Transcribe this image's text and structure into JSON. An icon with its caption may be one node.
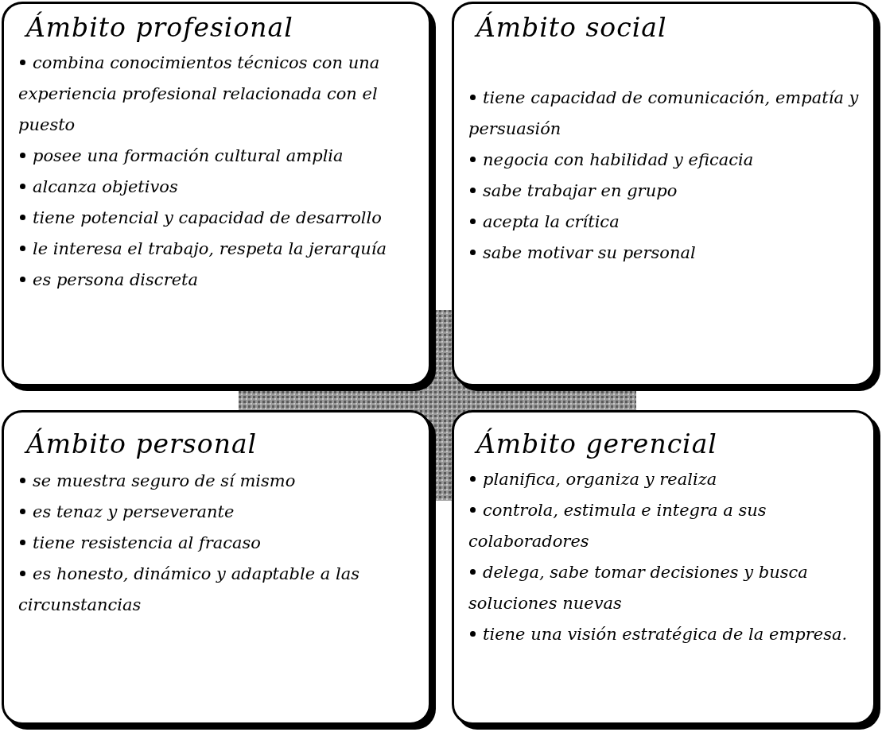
{
  "diagram": {
    "nodes": [
      {
        "text": [
          "Ámbito profesional",
          "combina conocimientos técnicos con una experiencia profesional relacionada con el puesto",
          "posee una formación cultural amplia",
          "alcanza objetivos",
          "tiene potencial y capacidad de desarrollo",
          "le interesa el trabajo, respeta la jerarquía",
          "es persona discreta"
        ]
      },
      {
        "text": [
          "Ámbito social",
          "tiene capacidad de comunicación, empatía y persuasión",
          "negocia con habilidad y eficacia",
          "sabe trabajar en grupo",
          "acepta la crítica",
          "sabe motivar su personal"
        ]
      },
      {
        "text": [
          "Ámbito personal",
          "se muestra seguro de sí mismo",
          "es tenaz y perseverante",
          "tiene resistencia al fracaso",
          "es honesto, dinámico y adaptable a las circunstancias"
        ]
      },
      {
        "text": [
          "Ámbito gerencial",
          "planifica, organiza y realiza",
          "controla, estimula e integra a sus colaboradores",
          "delega, sabe tomar decisiones y busca soluciones nuevas",
          "tiene una visión estratégica de la empresa."
        ]
      },
      {
        "text": [],
        "shape": "cross"
      }
    ]
  }
}
